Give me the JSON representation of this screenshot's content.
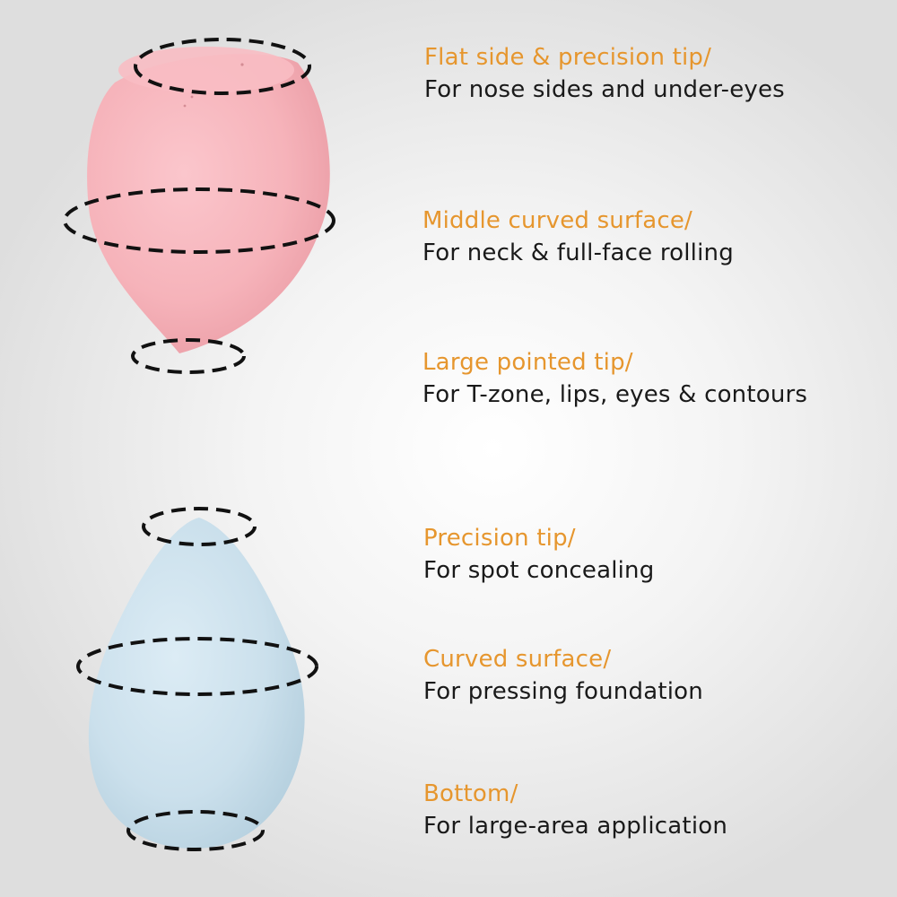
{
  "colors": {
    "heading": "#e6962e",
    "description": "#1a1a1a",
    "pink_sponge": "#f6b5bc",
    "blue_sponge": "#cde2ee",
    "ring": "#111111"
  },
  "pink_sponge": {
    "labels": [
      {
        "heading": "Flat side & precision tip/",
        "description": "For nose sides and under-eyes"
      },
      {
        "heading": "Middle curved surface/",
        "description": "For neck & full-face rolling"
      },
      {
        "heading": "Large pointed tip/",
        "description": "For T-zone, lips, eyes & contours"
      }
    ]
  },
  "blue_sponge": {
    "labels": [
      {
        "heading": "Precision tip/",
        "description": "For spot concealing"
      },
      {
        "heading": "Curved surface/",
        "description": "For pressing foundation"
      },
      {
        "heading": "Bottom/",
        "description": "For large-area application"
      }
    ]
  }
}
